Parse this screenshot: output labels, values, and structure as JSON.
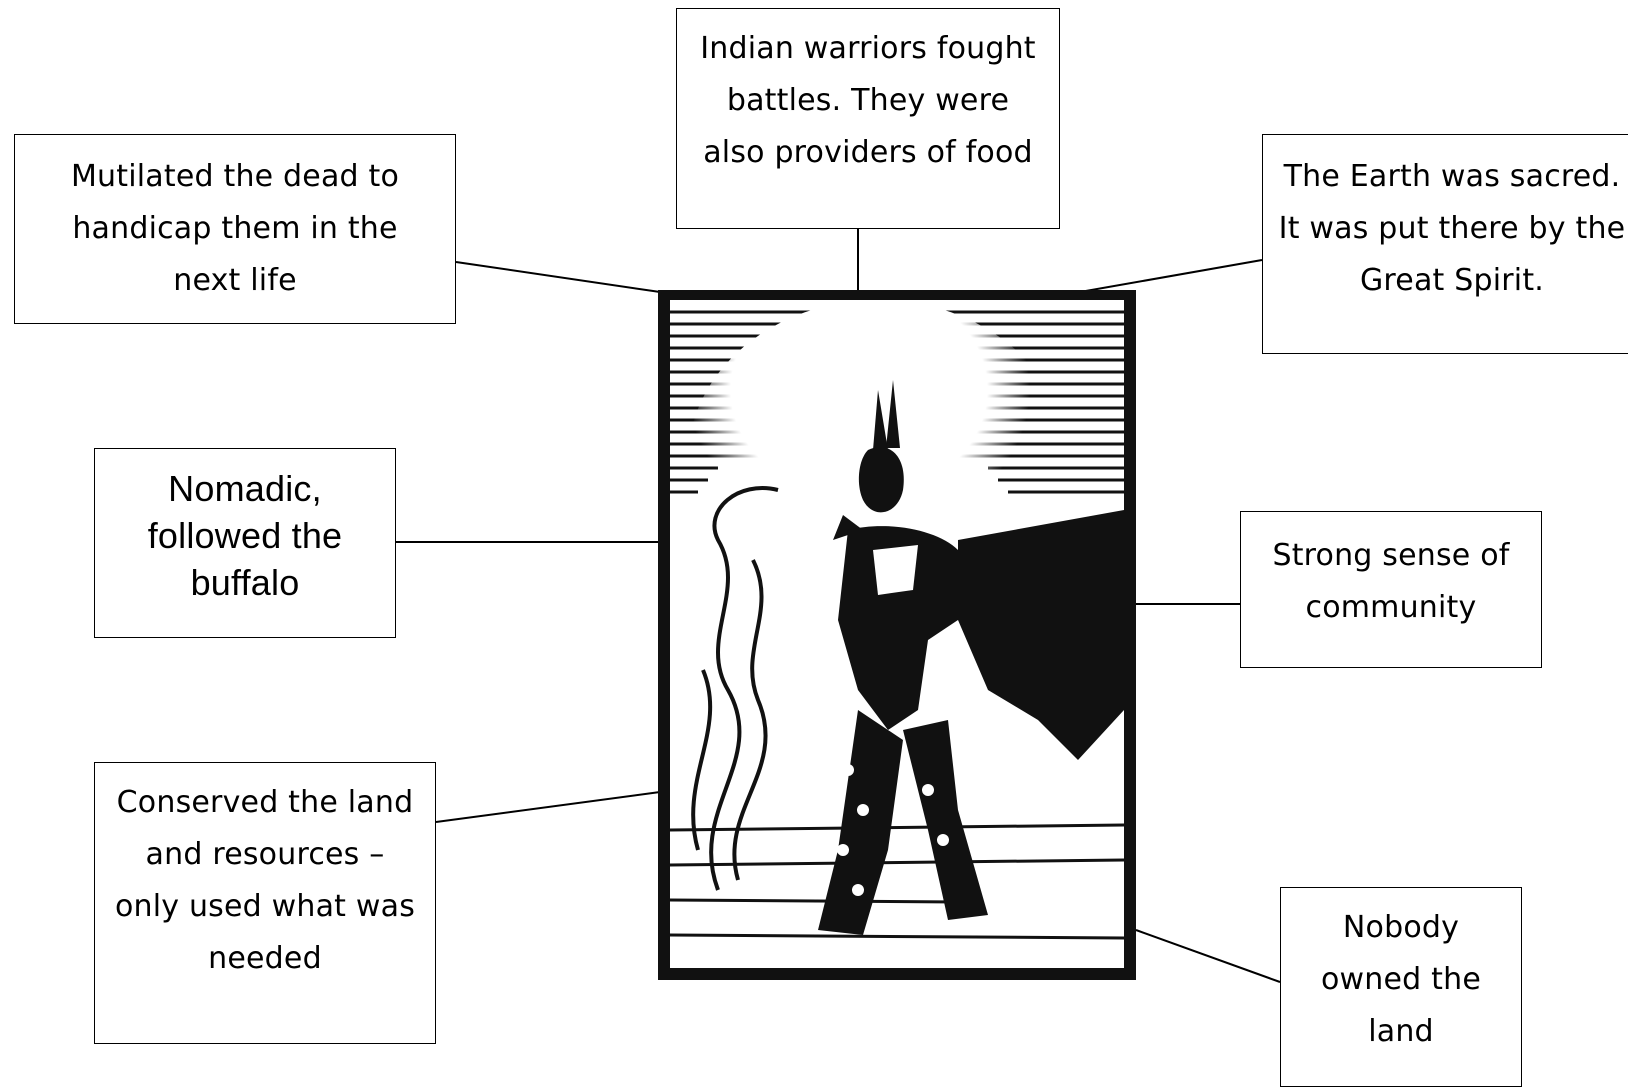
{
  "callouts": {
    "warriors": "Indian warriors fought battles. They were also providers of food",
    "mutilated": "Mutilated the dead to handicap them in the next life",
    "earth": "The Earth was sacred. It was put there by the Great Spirit.",
    "nomadic": "Nomadic, followed the buffalo",
    "community": "Strong sense of community",
    "conserved": "Conserved the land and resources – only used what was needed",
    "nobody": "Nobody owned the land"
  },
  "picture": {
    "subject": "woodcut illustration of a Plains Indian warrior with feathered headdress beside smoke"
  }
}
